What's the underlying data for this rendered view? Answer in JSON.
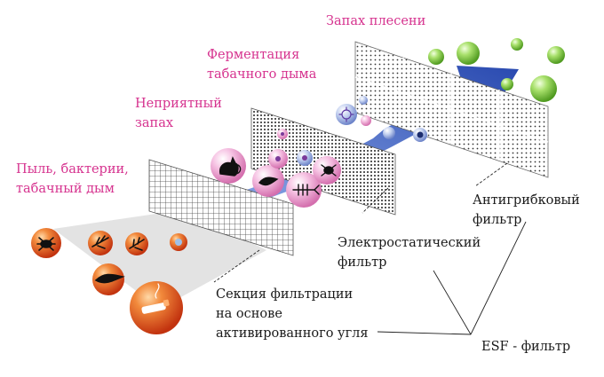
{
  "labels": {
    "dust_bacteria": [
      "Пыль, бактерии,",
      "табачный дым"
    ],
    "unpleasant_smell": [
      "Неприятный",
      "запах"
    ],
    "tobacco_fermentation": [
      "Ферментация",
      "табачного дыма"
    ],
    "mold_smell": [
      "Запах плесени"
    ],
    "antifungal_filter": [
      "Антигрибковый",
      "фильтр"
    ],
    "electrostatic_filter": [
      "Электростатический",
      "фильтр"
    ],
    "carbon_section": [
      "Секция фильтрации",
      "на основе",
      "активированного угля"
    ],
    "esf_filter": [
      "ESF - фильтр"
    ]
  },
  "colors": {
    "label_pink": "#d6338f",
    "label_dark": "#1a1a1a",
    "arrow_blue": "#2f50b0",
    "particle_orange": "#e4521e",
    "particle_pink": "#f3b6d9",
    "particle_light_blue": "#b9c8ea",
    "particle_green": "#7ecb3d"
  },
  "icons": [
    "insect-icon",
    "cat-icon",
    "fish-bone-icon",
    "bird-icon",
    "cigarette-icon",
    "virus-icon",
    "mold-spore-icon"
  ]
}
